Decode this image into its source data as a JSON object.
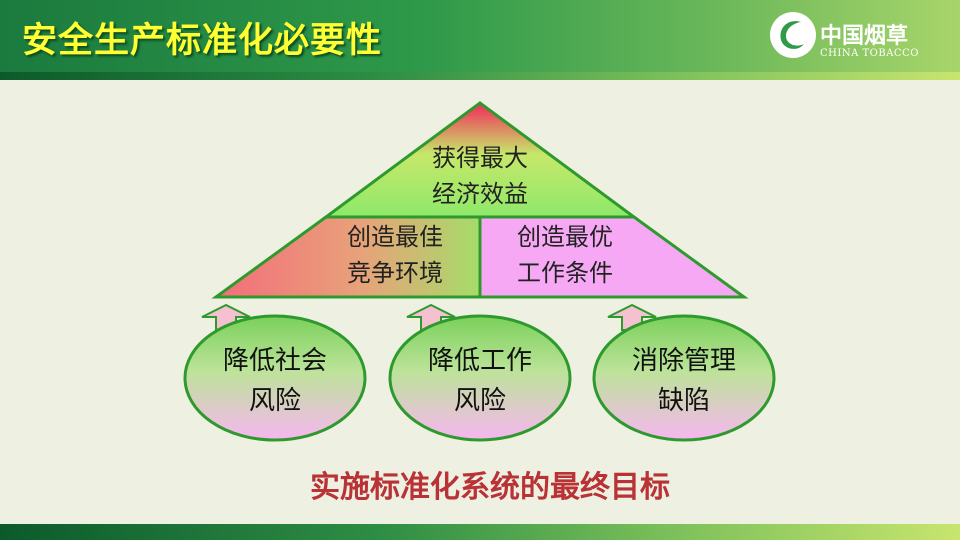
{
  "slide": {
    "title": "安全生产标准化必要性",
    "logo": {
      "cn": "中国烟草",
      "en": "CHINA TOBACCO",
      "icon": "china-tobacco-logo-icon"
    },
    "pyramid": {
      "top": {
        "line1": "获得最大",
        "line2": "经济效益"
      },
      "left": {
        "line1": "创造最佳",
        "line2": "竞争环境"
      },
      "right": {
        "line1": "创造最优",
        "line2": "工作条件"
      }
    },
    "ovals": [
      {
        "line1": "降低社会",
        "line2": "风险"
      },
      {
        "line1": "降低工作",
        "line2": "风险"
      },
      {
        "line1": "消除管理",
        "line2": "缺陷"
      }
    ],
    "caption": "实施标准化系统的最终目标"
  },
  "colors": {
    "header_green": "#2f9a4a",
    "title_yellow": "#ffff33",
    "outline_green": "#2e9a2e",
    "oval_green": "#7ad05a",
    "oval_pink": "#f7b6f1",
    "top_red": "#f22a5a",
    "magenta": "#f7a8f4",
    "caption_red": "#b83236"
  }
}
